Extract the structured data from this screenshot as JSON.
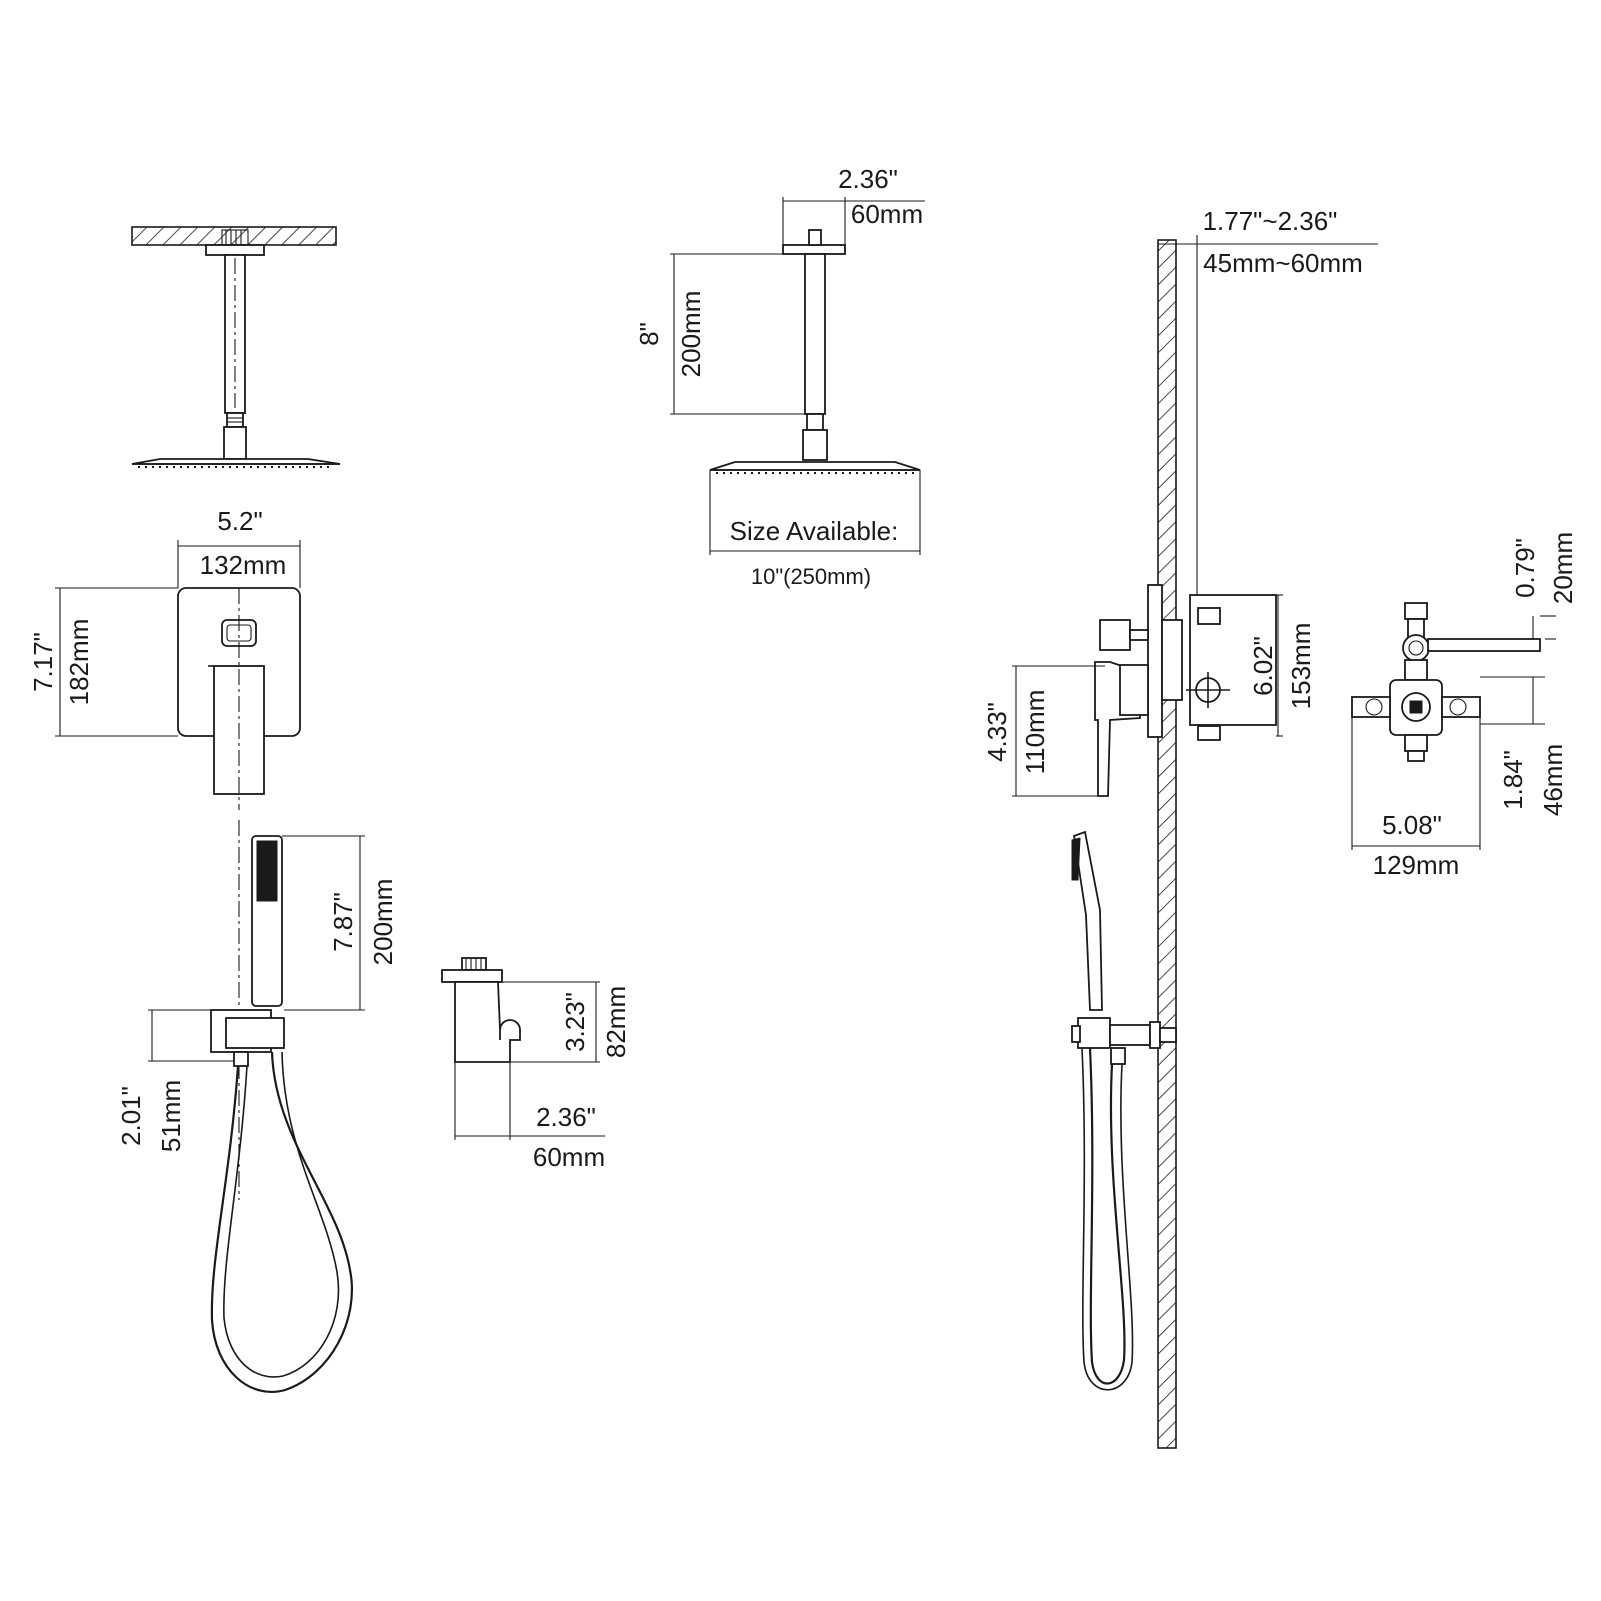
{
  "labels": {
    "arm_len_in": "2.36\"",
    "arm_len_mm": "60mm",
    "arm_height_in": "8\"",
    "arm_height_mm": "200mm",
    "size_available": "Size Available:",
    "size_value": "10\"(250mm)",
    "wall_depth_in": "1.77\"~2.36\"",
    "wall_depth_mm": "45mm~60mm",
    "plate_width_in": "5.2\"",
    "plate_width_mm": "132mm",
    "plate_height_in": "7.17\"",
    "plate_height_mm": "182mm",
    "handshower_in": "7.87\"",
    "handshower_mm": "200mm",
    "elbow_in": "2.01\"",
    "elbow_mm": "51mm",
    "holder_height_in": "3.23\"",
    "holder_height_mm": "82mm",
    "holder_depth_in": "2.36\"",
    "holder_depth_mm": "60mm",
    "valve_body_in": "6.02\"",
    "valve_body_mm": "153mm",
    "handle_in": "4.33\"",
    "handle_mm": "110mm",
    "valve_top_in": "0.79\"",
    "valve_top_mm": "20mm",
    "valve_low_in": "1.84\"",
    "valve_low_mm": "46mm",
    "valve_width_in": "5.08\"",
    "valve_width_mm": "129mm"
  },
  "colors": {
    "line": "#1a1a1a",
    "background": "#ffffff"
  }
}
